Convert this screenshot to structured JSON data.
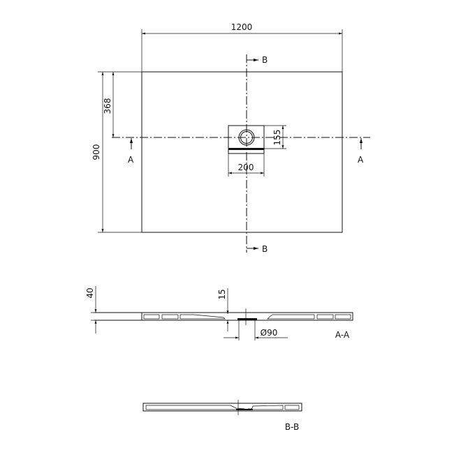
{
  "plan": {
    "width_label": "1200",
    "height_label": "900",
    "drain_offset_label": "368",
    "drain_box_height_label": "155",
    "drain_box_width_label": "200",
    "section_a_marker": "A",
    "section_b_marker": "B"
  },
  "section_aa": {
    "title": "A-A",
    "thickness_label": "40",
    "depth_label": "15",
    "drain_diameter_label": "Ø90"
  },
  "section_bb": {
    "title": "B-B"
  }
}
